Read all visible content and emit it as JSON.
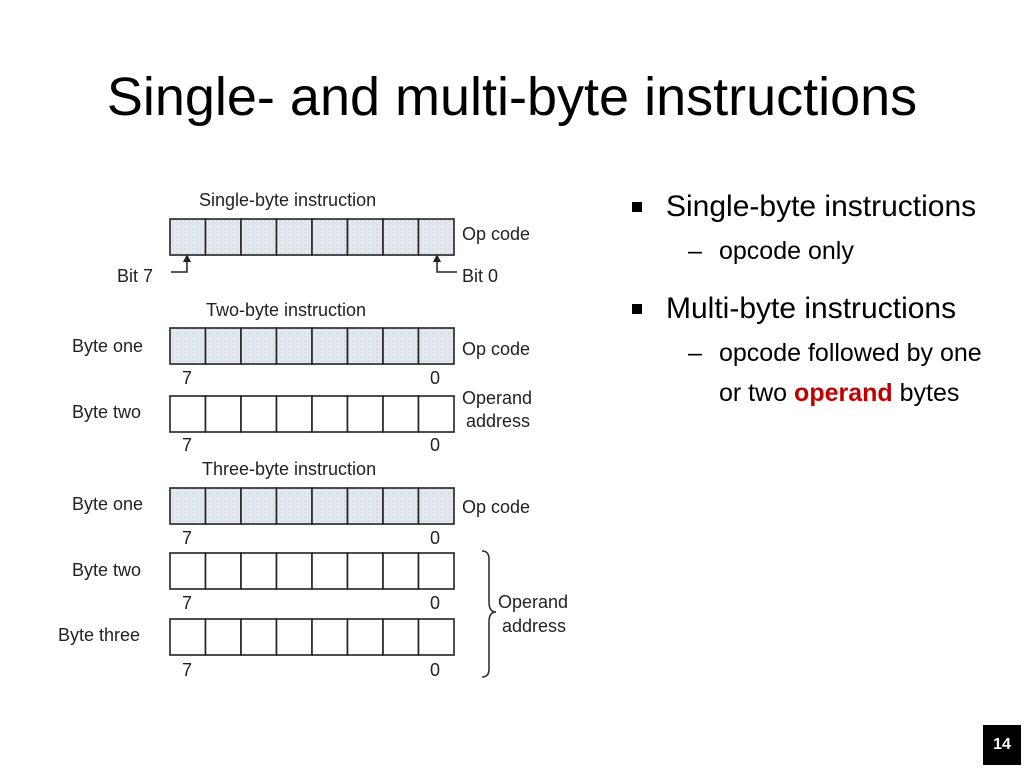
{
  "slide": {
    "title": "Single- and multi-byte instructions",
    "number": "14"
  },
  "bullets": {
    "b1": "Single-byte instructions",
    "b1_sub": "opcode only",
    "b2": "Multi-byte instructions",
    "b2_sub_pre": "opcode followed by one or two",
    "b2_sub_em": "operand",
    "b2_sub_post": " bytes"
  },
  "diagram": {
    "single_title": "Single-byte instruction",
    "two_title": "Two-byte instruction",
    "three_title": "Three-byte instruction",
    "op_code": "Op code",
    "operand_line1": "Operand",
    "operand_line2": "address",
    "bit7": "Bit 7",
    "bit0": "Bit 0",
    "byte_one": "Byte one",
    "byte_two": "Byte two",
    "byte_three": "Byte three",
    "seven": "7",
    "zero": "0",
    "opcode_fill": "#dfe4ec"
  }
}
